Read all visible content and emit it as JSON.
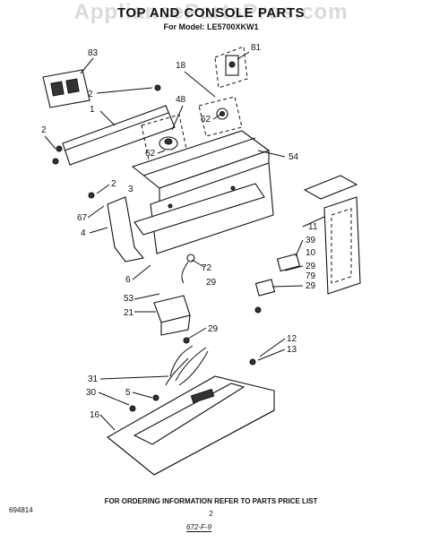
{
  "watermark": "AppliancePartsPros.com",
  "title": "TOP AND CONSOLE PARTS",
  "subtitle": "For Model: LE5700XKW1",
  "footer_note": "FOR ORDERING INFORMATION REFER TO PARTS PRICE LIST",
  "page_number": "2",
  "doc_code": "694814",
  "date_code": "672-F-9",
  "callouts": [
    "83",
    "81",
    "18",
    "2",
    "48",
    "1",
    "62",
    "62",
    "54",
    "2",
    "2",
    "3",
    "67",
    "4",
    "11",
    "39",
    "10",
    "72",
    "29",
    "29",
    "79",
    "29",
    "6",
    "53",
    "21",
    "29",
    "12",
    "13",
    "31",
    "5",
    "30",
    "16"
  ]
}
